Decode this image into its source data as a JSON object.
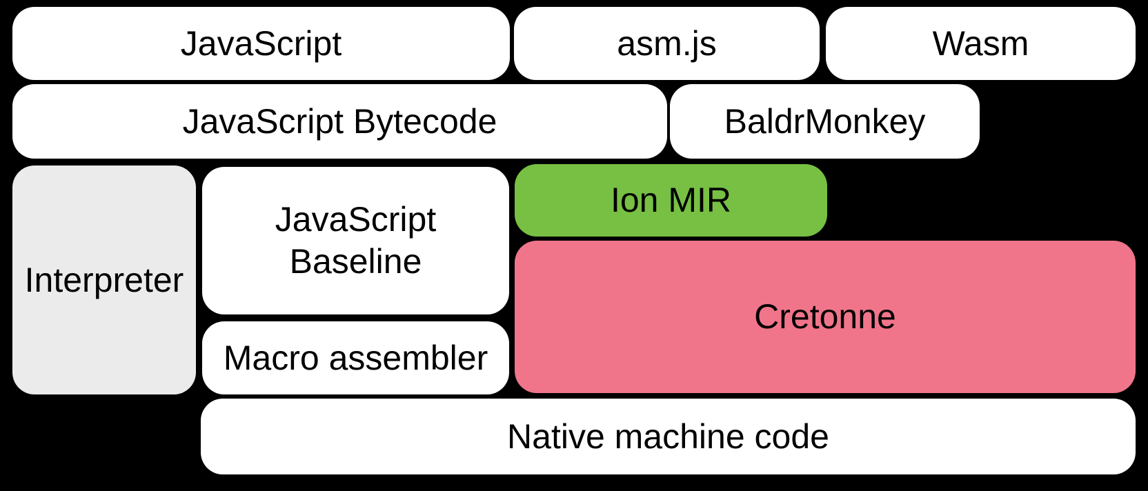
{
  "diagram": {
    "background_color": "#000000",
    "text_color": "#000000",
    "node_fill_colors": {
      "default_white": "#ffffff",
      "interpreter_gray": "#ebebeb",
      "ion_mir_green": "#77c043",
      "cretonne_pink": "#f0758a"
    },
    "nodes": {
      "javascript": {
        "label": "JavaScript"
      },
      "asmjs": {
        "label": "asm.js"
      },
      "wasm": {
        "label": "Wasm"
      },
      "bytecode": {
        "label": "JavaScript Bytecode"
      },
      "baldrmonkey": {
        "label": "BaldrMonkey"
      },
      "interpreter": {
        "label": "Interpreter"
      },
      "baseline": {
        "label": "JavaScript\nBaseline"
      },
      "ion_mir": {
        "label": "Ion MIR"
      },
      "cretonne": {
        "label": "Cretonne"
      },
      "macro_assembler": {
        "label": "Macro assembler"
      },
      "native_code": {
        "label": "Native machine code"
      }
    }
  }
}
